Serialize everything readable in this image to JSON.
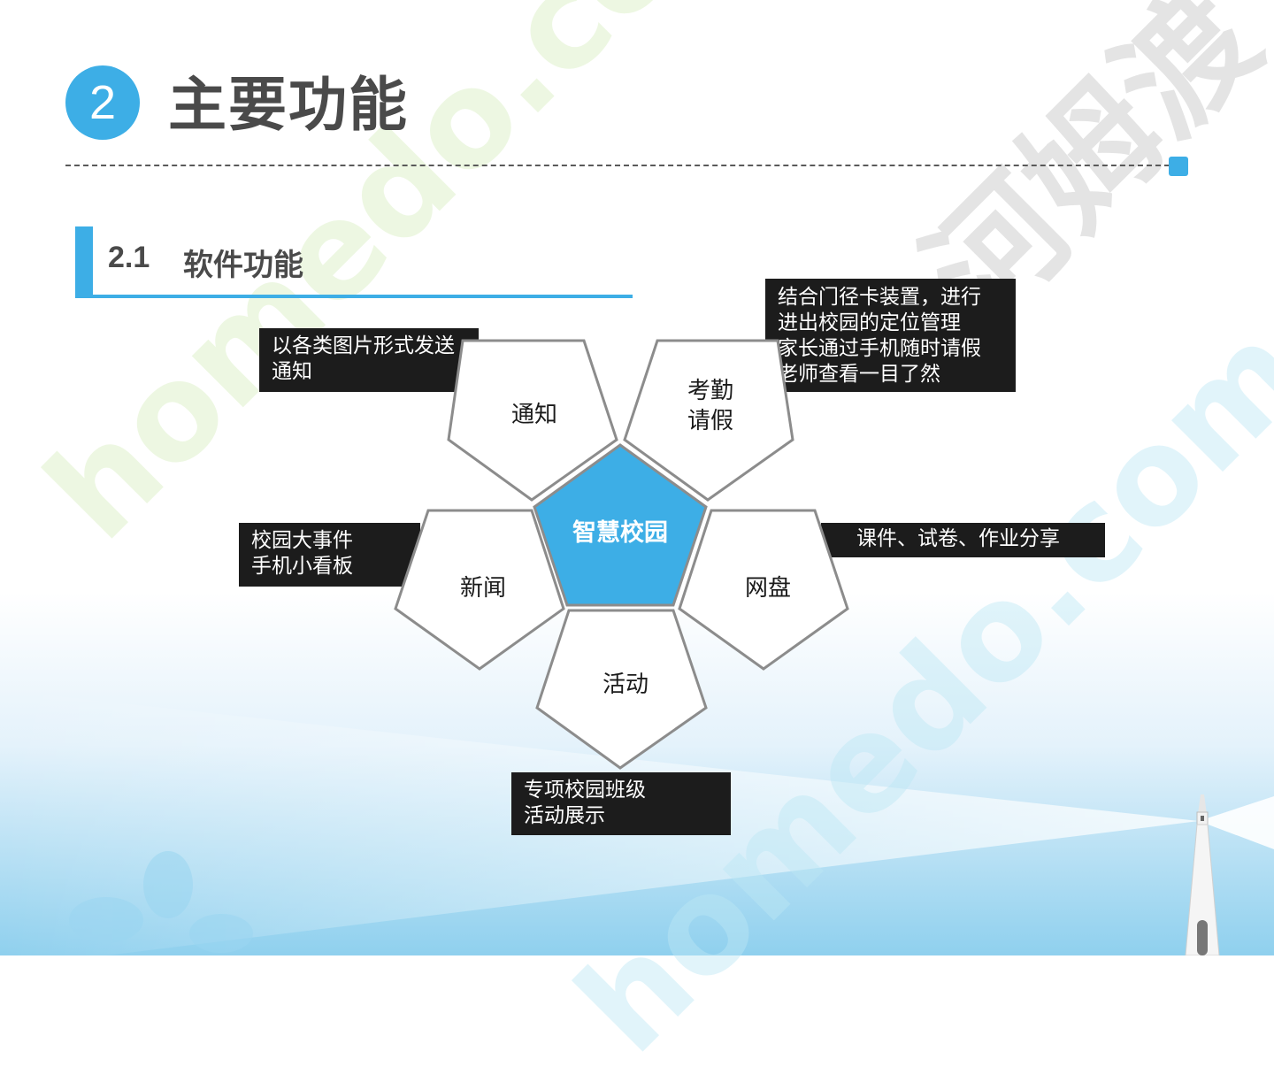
{
  "header": {
    "section_number": "2",
    "title": "主要功能"
  },
  "subheader": {
    "number": "2.1",
    "title": "软件功能"
  },
  "diagram": {
    "center": "智慧校园",
    "petals": [
      {
        "key": "notice",
        "label": [
          "通知"
        ]
      },
      {
        "key": "attendance",
        "label": [
          "考勤",
          "请假"
        ]
      },
      {
        "key": "news",
        "label": [
          "新闻"
        ]
      },
      {
        "key": "disk",
        "label": [
          "网盘"
        ]
      },
      {
        "key": "activity",
        "label": [
          "活动"
        ]
      }
    ],
    "descriptions": {
      "notice": [
        "以各类图片形式发送",
        "通知"
      ],
      "attendance": [
        "结合门径卡装置，进行",
        "进出校园的定位管理",
        "家长通过手机随时请假",
        "老师查看一目了然"
      ],
      "news": [
        "校园大事件",
        "手机小看板"
      ],
      "disk": [
        "课件、试卷、作业分享"
      ],
      "activity": [
        "专项校园班级",
        "活动展示"
      ]
    }
  },
  "watermark": {
    "latin": "homedo.com",
    "cjk": "河姆渡"
  },
  "colors": {
    "accent": "#3daee6",
    "title_text": "#4a4a4a",
    "label_bg": "#1c1c1c",
    "petal_stroke": "#8c8c8c"
  }
}
